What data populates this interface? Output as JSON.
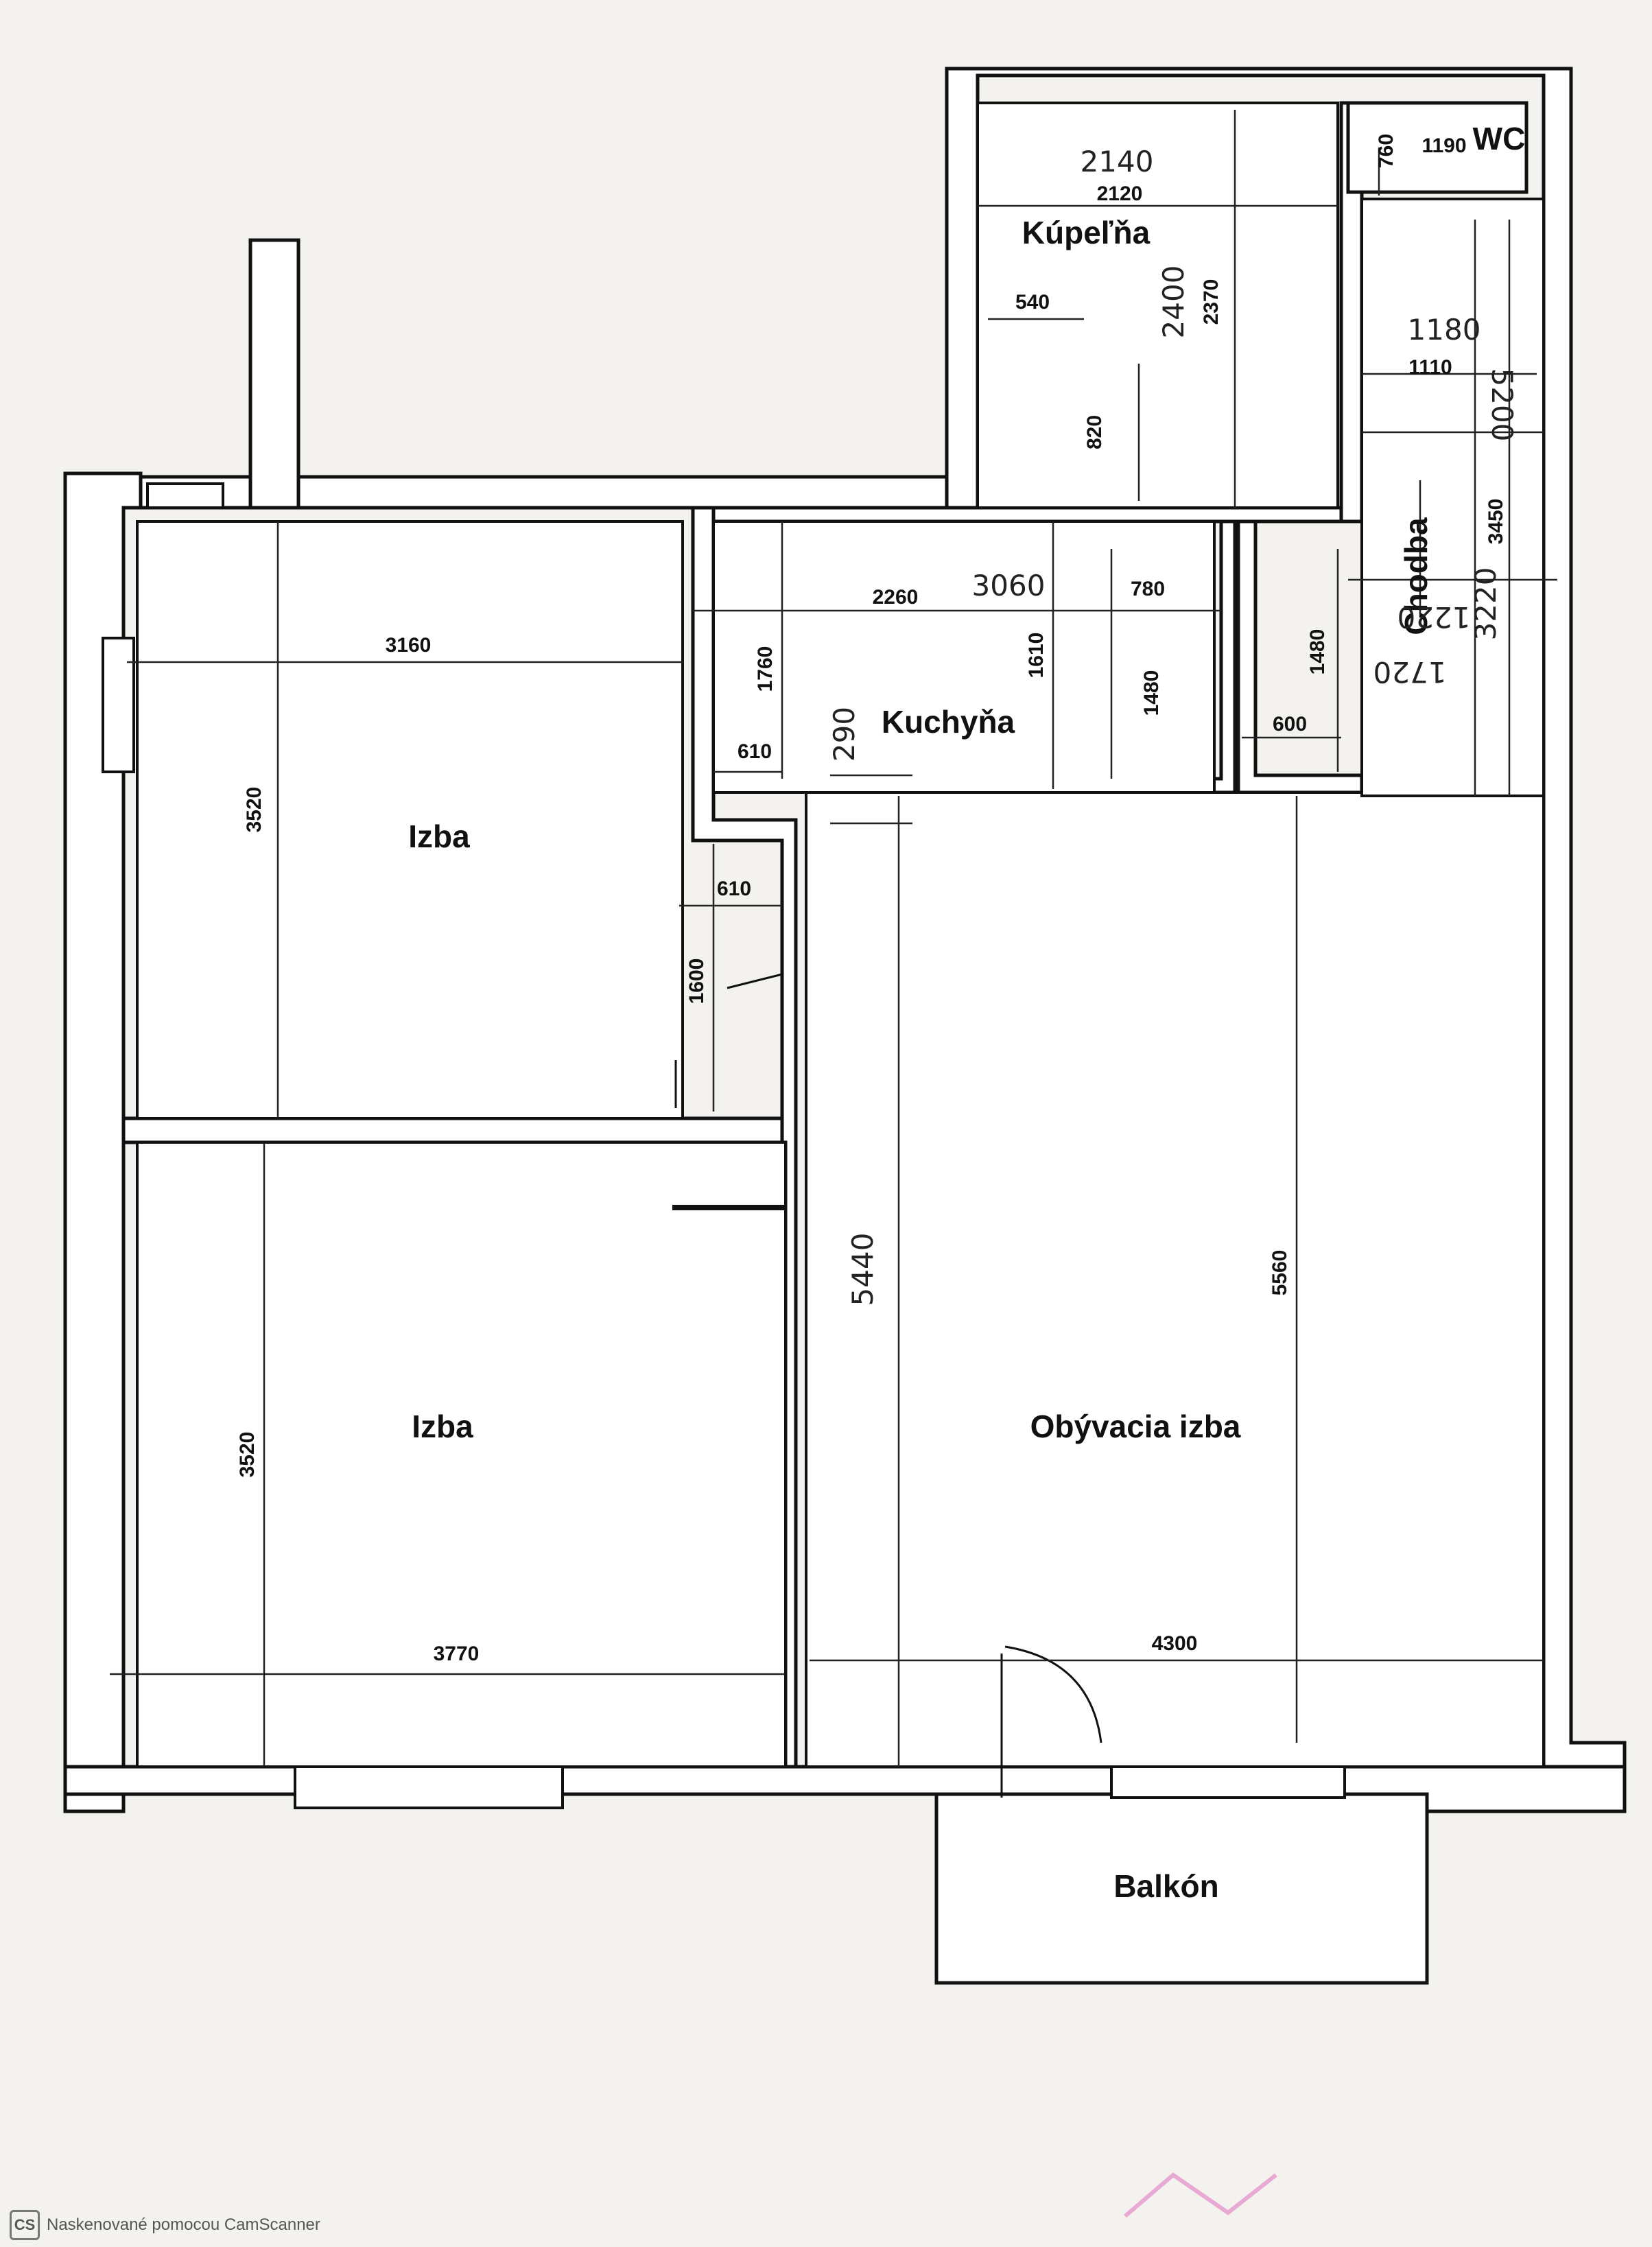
{
  "rooms": {
    "kupelna": "Kúpeľňa",
    "wc": "WC",
    "chodba": "Chodba",
    "kuchyna": "Kuchyňa",
    "izba_top": "Izba",
    "izba_bottom": "Izba",
    "obyvacia": "Obývacia izba",
    "balkon": "Balkón"
  },
  "dimensions": {
    "d2140": "2140",
    "d2120": "2120",
    "d2400": "2400",
    "d2370": "2370",
    "d540": "540",
    "d820": "820",
    "d760": "760",
    "d1190": "1190",
    "d1180": "1180",
    "d1110": "1110",
    "d5200": "5200",
    "d3450": "3450",
    "d3220": "3220",
    "d1220": "1220",
    "d1720": "1720",
    "d2260": "2260",
    "d3060": "3060",
    "d780": "780",
    "d1610": "1610",
    "d1480a": "1480",
    "d1480b": "1480",
    "d600": "600",
    "d1760": "1760",
    "d610a": "610",
    "d290": "290",
    "d3160": "3160",
    "d3520a": "3520",
    "d610b": "610",
    "d1600": "1600",
    "d3520b": "3520",
    "d3770": "3770",
    "d5440": "5440",
    "d5560": "5560",
    "d4300": "4300"
  },
  "footer": {
    "logo": "CS",
    "text": "Naskenované pomocou CamScanner"
  },
  "colors": {
    "ink": "#111111",
    "paper": "#f4f2ee",
    "watermark": "#e8a9d4"
  }
}
